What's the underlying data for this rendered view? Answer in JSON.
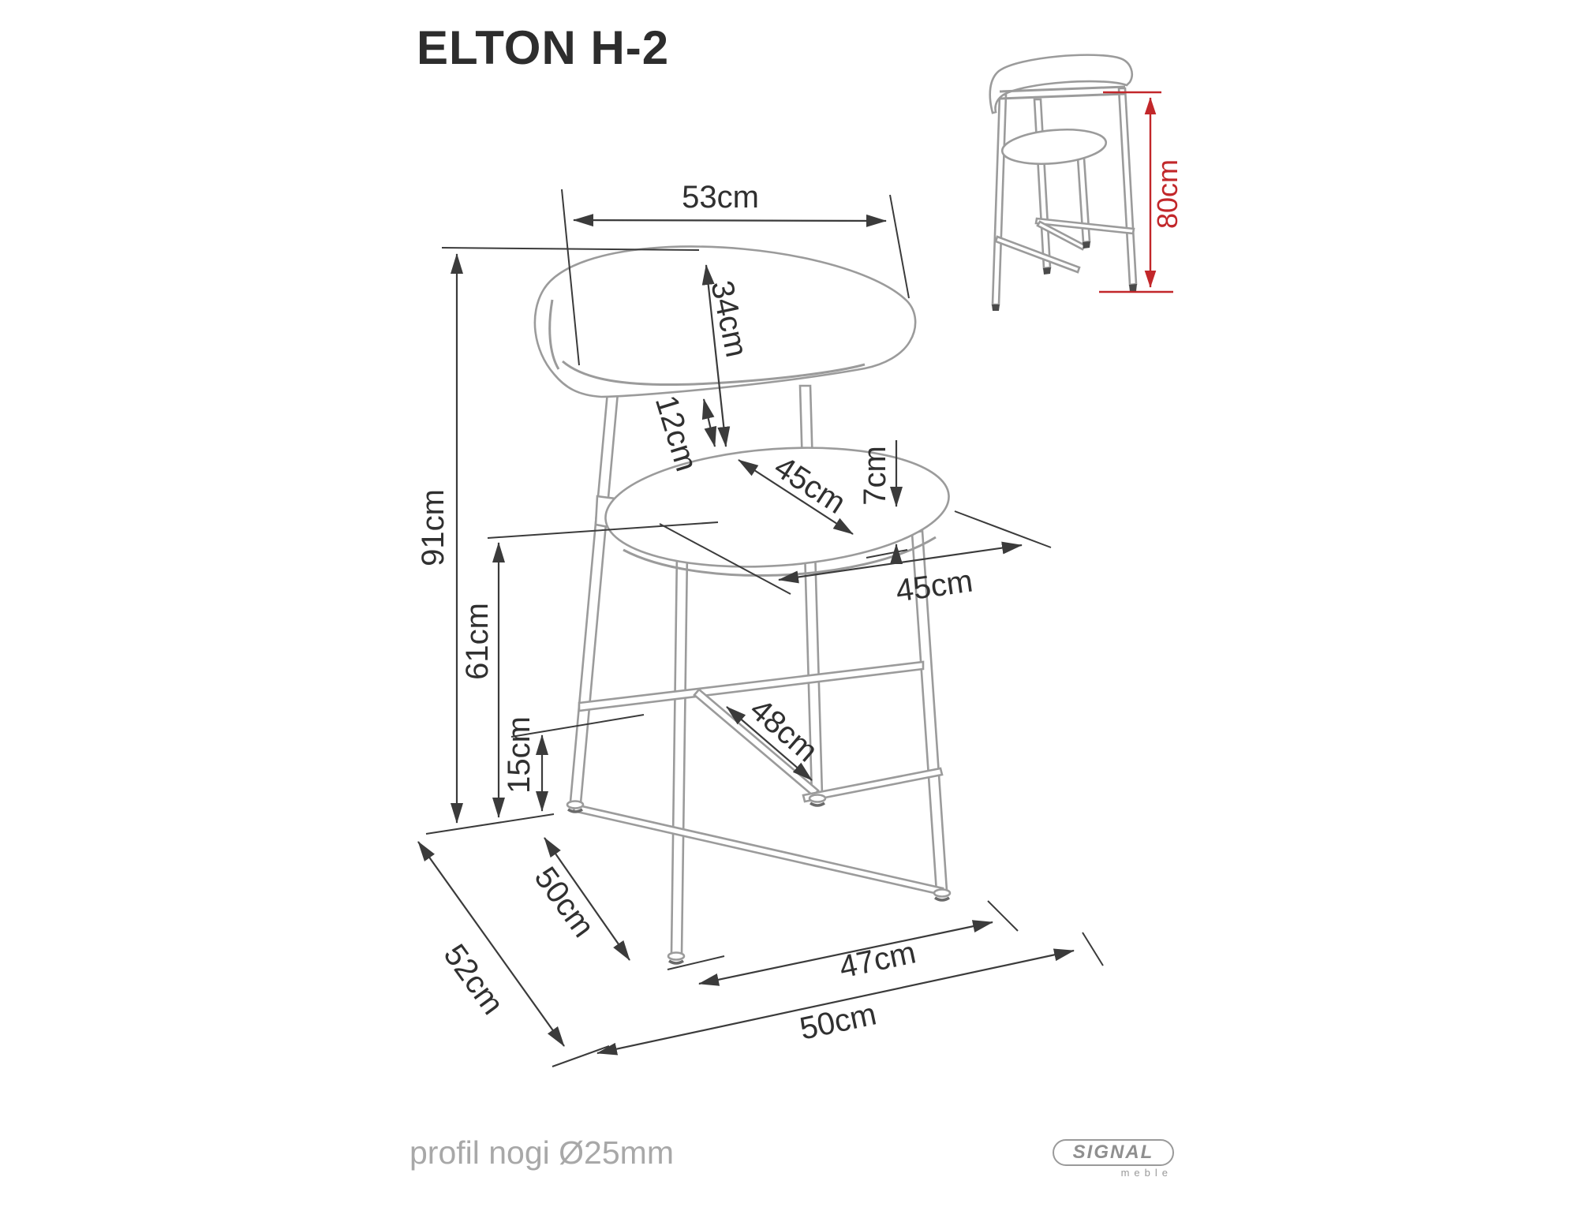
{
  "title": "ELTON H-2",
  "note": "profil nogi Ø25mm",
  "brand": {
    "name": "SIGNAL",
    "tagline": "meble"
  },
  "colors": {
    "stool_line": "#9b9b9b",
    "dimension_line": "#3b3b3b",
    "label_text": "#303030",
    "accent_red": "#c2272a",
    "muted_text": "#a8a8a8",
    "logo_gray": "#8f8f8f"
  },
  "main_view": {
    "dims": {
      "backrest_width": "53cm",
      "backrest_height": "34cm",
      "backrest_seat_gap": "12cm",
      "seat_diagonal": "45cm",
      "seat_thickness": "7cm",
      "seat_width": "45cm",
      "overall_height": "91cm",
      "seat_height": "61cm",
      "footrest_height": "15cm",
      "footrest_length": "48cm",
      "seat_depth": "50cm",
      "overall_depth": "52cm",
      "base_width_inner": "47cm",
      "base_width": "50cm"
    }
  },
  "side_view": {
    "dims": {
      "backrest_top_height": "80cm"
    }
  }
}
